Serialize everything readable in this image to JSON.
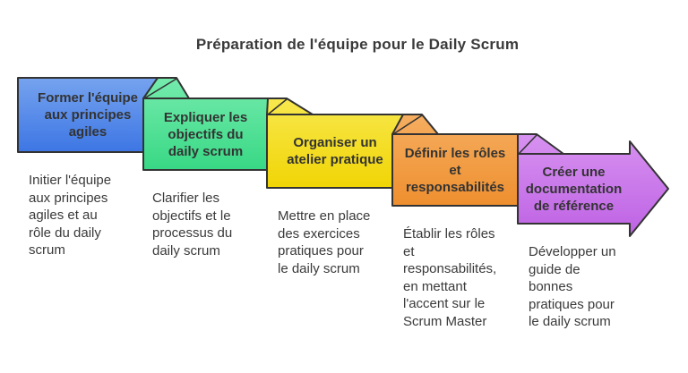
{
  "title": "Préparation de l'équipe pour le Daily Scrum",
  "colors": {
    "border": "#333333",
    "text": "#3a3a3a"
  },
  "steps": [
    {
      "label": "Former l'équipe\naux principes\nagiles",
      "description": "Initier l'équipe\naux principes\nagiles et au\nrôle du daily\nscrum",
      "color_top": "#76A3EF",
      "color_bottom": "#3D76E4"
    },
    {
      "label": "Expliquer les\nobjectifs du\ndaily scrum",
      "description": "Clarifier les\nobjectifs et le\nprocessus du\ndaily scrum",
      "color_top": "#75EBAD",
      "color_bottom": "#38D885"
    },
    {
      "label": "Organiser un\natelier pratique",
      "description": "Mettre en place\ndes exercices\npratiques pour\nle daily scrum",
      "color_top": "#F8E84E",
      "color_bottom": "#F0D505"
    },
    {
      "label": "Définir les rôles\net\nresponsabilités",
      "description": "Établir les rôles\net\nresponsabilités,\nen mettant\nl'accent sur le\nScrum Master",
      "color_top": "#F6AE60",
      "color_bottom": "#EE8F2F"
    },
    {
      "label": "Créer une\ndocumentation\nde référence",
      "description": "Développer un\nguide de\nbonnes\npratiques pour\nle daily scrum",
      "color_top": "#D792F0",
      "color_bottom": "#BE62E4"
    }
  ]
}
